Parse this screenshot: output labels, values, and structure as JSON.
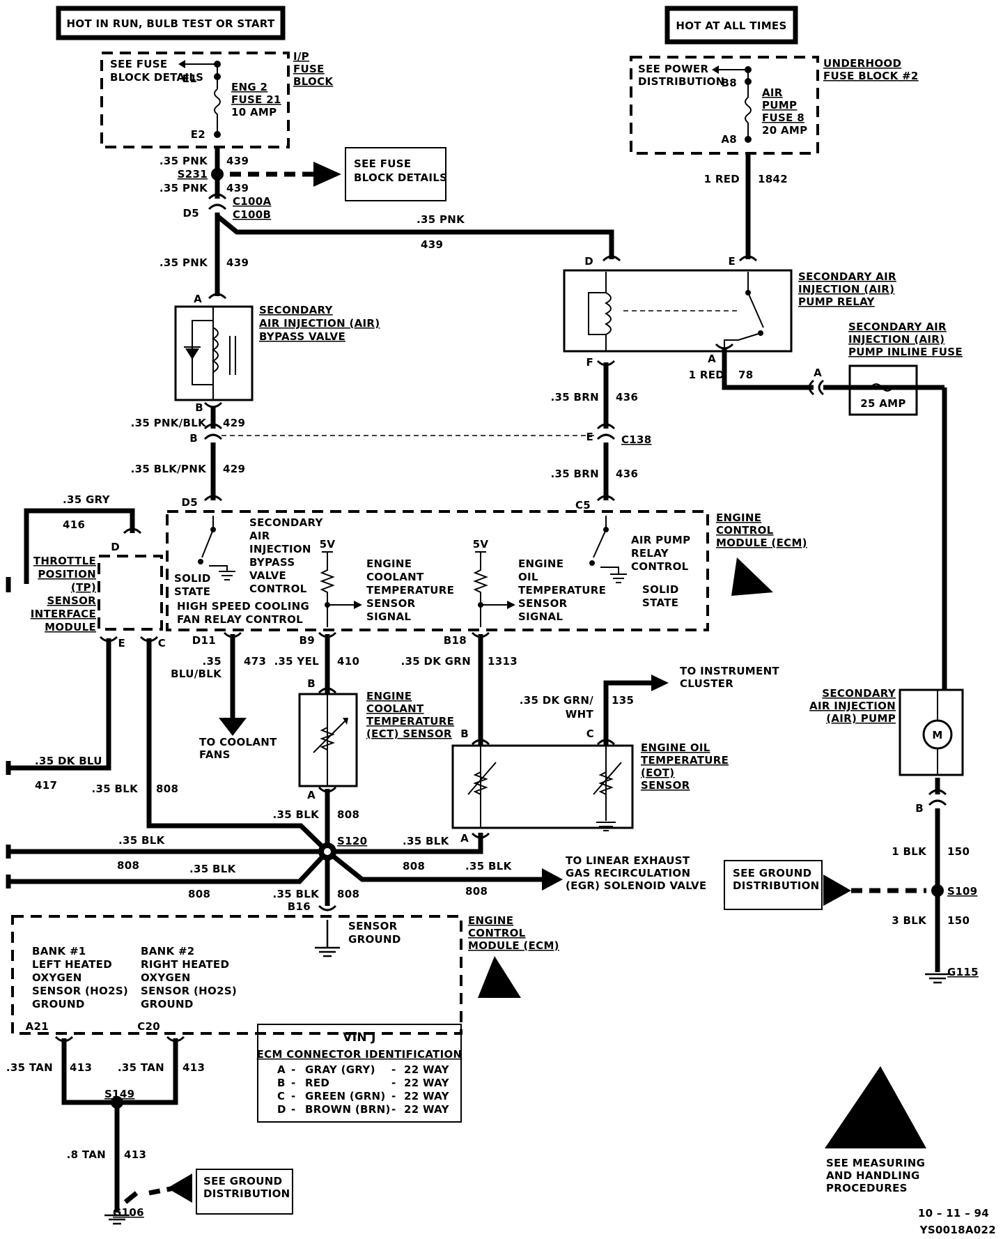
{
  "power": {
    "hot_run": "HOT IN RUN, BULB TEST OR START",
    "hot_always": "HOT AT ALL TIMES"
  },
  "ip_fuse": {
    "see": "SEE  FUSE",
    "see2": "BLOCK  DETAILS",
    "e1": "E1",
    "e2": "E2",
    "name1": "ENG 2",
    "name2": "FUSE 21",
    "name3": "10 AMP",
    "block1": "I/P",
    "block2": "FUSE",
    "block3": "BLOCK"
  },
  "underhood": {
    "see1": "SEE  POWER",
    "see2": "DISTRIBUTION",
    "b8": "B8",
    "a8": "A8",
    "f1": "AIR",
    "f2": "PUMP",
    "f3": "FUSE 8",
    "f4": "20 AMP",
    "block1": "UNDERHOOD",
    "block2": "FUSE BLOCK #2"
  },
  "wires": {
    "pnk": ".35 PNK",
    "c439": "439",
    "s231": "S231",
    "see_fuse1": "SEE FUSE",
    "see_fuse2": "BLOCK DETAILS",
    "d5a": "D5",
    "c100a": "C100A",
    "c100b": "C100B",
    "red1": "1 RED",
    "c1842": "1842",
    "pnk_blk": ".35 PNK/BLK",
    "blk_pnk": ".35 BLK/PNK",
    "c429": "429",
    "b": "B",
    "d5b": "D5",
    "brn": ".35 BRN",
    "c436": "436",
    "c138": "C138",
    "e": "E",
    "c5": "C5",
    "red78": "1 RED",
    "c78": "78",
    "a": "A",
    "d": "D",
    "f": "F",
    "gry": ".35 GRY",
    "c416": "416",
    "dkblu": ".35 DK BLU",
    "c417": "417",
    "blk": ".35 BLK",
    "c808": "808",
    "c473": "473",
    "blu1": ".35",
    "blu2": "BLU/BLK",
    "yel": ".35 YEL",
    "c410": "410",
    "dkgrn": ".35 DK GRN",
    "c1313": "1313",
    "dkgrnwht1": ".35 DK GRN/",
    "dkgrnwht2": "WHT",
    "c135": "135",
    "s120": "S120",
    "b16": "B16",
    "d11": "D11",
    "b9": "B9",
    "b18": "B18",
    "c": "C",
    "blk1": "1 BLK",
    "c150": "150",
    "s109": "S109",
    "blk3": "3 BLK",
    "g115": "G115",
    "tan": ".35 TAN",
    "c413": "413",
    "a21": "A21",
    "c20": "C20",
    "s149": "S149",
    "tan8": ".8 TAN",
    "g106": "G106"
  },
  "components": {
    "bypass1": "SECONDARY",
    "bypass2": "AIR INJECTION (AIR)",
    "bypass3": "BYPASS VALVE",
    "relay1": "SECONDARY AIR",
    "relay2": "INJECTION (AIR)",
    "relay3": "PUMP RELAY",
    "infuse1": "SECONDARY AIR",
    "infuse2": "INJECTION (AIR)",
    "infuse3": "PUMP INLINE FUSE",
    "amp25": "25 AMP",
    "tp1": "THROTTLE",
    "tp2": "POSITION",
    "tp3": "(TP)",
    "tp4": "SENSOR",
    "tp5": "INTERFACE",
    "tp6": "MODULE",
    "ect1": "ENGINE",
    "ect2": "COOLANT",
    "ect3": "TEMPERATURE",
    "ect4": "(ECT) SENSOR",
    "eot1": "ENGINE OIL",
    "eot2": "TEMPERATURE",
    "eot3": "(EOT)",
    "eot4": "SENSOR",
    "pump1": "SECONDARY",
    "pump2": "AIR INJECTION",
    "pump3": "(AIR) PUMP",
    "motor": "M"
  },
  "ecm": {
    "name1": "ENGINE",
    "name2": "CONTROL",
    "name3": "MODULE (ECM)",
    "sa1": "SECONDARY",
    "sa2": "AIR",
    "sa3": "INJECTION",
    "sa4": "BYPASS",
    "sa5": "VALVE",
    "sa6": "CONTROL",
    "ss1": "SOLID",
    "ss2": "STATE",
    "fan": "HIGH  SPEED  COOLING",
    "fan2": "FAN  RELAY  CONTROL",
    "v5": "5V",
    "ect1": "ENGINE",
    "ect2": "COOLANT",
    "ect3": "TEMPERATURE",
    "ect4": "SENSOR",
    "ect5": "SIGNAL",
    "eot1": "ENGINE",
    "eot2": "OIL",
    "eot3": "TEMPERATURE",
    "eot4": "SENSOR",
    "eot5": "SIGNAL",
    "ap1": "AIR PUMP",
    "ap2": "RELAY",
    "ap3": "CONTROL",
    "ss3": "SOLID",
    "ss4": "STATE",
    "sg1": "SENSOR",
    "sg2": "GROUND",
    "bank1a": "BANK #1",
    "bank1b": "LEFT HEATED",
    "bank1c": "OXYGEN",
    "bank1d": "SENSOR (HO2S)",
    "bank1e": "GROUND",
    "bank2a": "BANK #2",
    "bank2b": "RIGHT HEATED",
    "bank2c": "OXYGEN",
    "bank2d": "SENSOR (HO2S)",
    "bank2e": "GROUND"
  },
  "destinations": {
    "fans1": "TO  COOLANT",
    "fans2": "FANS",
    "ic1": "TO INSTRUMENT",
    "ic2": "CLUSTER",
    "egr1": "TO LINEAR EXHAUST",
    "egr2": "GAS RECIRCULATION",
    "egr3": "(EGR)  SOLENOID  VALVE",
    "gd1": "SEE GROUND",
    "gd2": "DISTRIBUTION",
    "gd3": "SEE  GROUND",
    "gd4": "DISTRIBUTION"
  },
  "vin": {
    "title": "VIN J",
    "subtitle": "ECM CONNECTOR IDENTIFICATION",
    "rows": [
      {
        "k": "A",
        "v": "GRAY (GRY)",
        "w": "22 WAY"
      },
      {
        "k": "B",
        "v": "RED",
        "w": "22 WAY"
      },
      {
        "k": "C",
        "v": "GREEN (GRN)",
        "w": "22 WAY"
      },
      {
        "k": "D",
        "v": "BROWN (BRN)",
        "w": "22 WAY"
      }
    ],
    "sep": "-"
  },
  "footer": {
    "esd1": "SEE MEASURING",
    "esd2": "AND HANDLING",
    "esd3": "PROCEDURES",
    "date": "10 – 11 – 94",
    "code": "YS0018A022"
  }
}
